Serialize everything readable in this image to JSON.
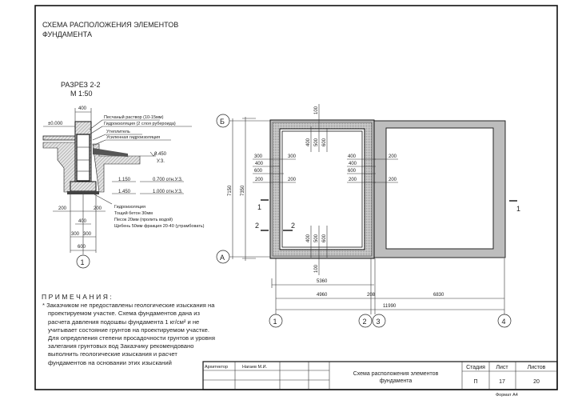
{
  "title": {
    "line1": "СХЕМА РАСПОЛОЖЕНИЯ ЭЛЕМЕНТОВ",
    "line2": "ФУНДАМЕНТА"
  },
  "section": {
    "title": "РАЗРЕЗ 2-2",
    "scale": "М 1:50",
    "dims": {
      "top": "400",
      "left200": "200",
      "right200": "200",
      "mid400": "400",
      "a300": "300",
      "b300": "300",
      "base600": "600"
    },
    "level_zero": "±0.000",
    "levels": [
      "0.450",
      "У.З.",
      "1.150",
      "0.700 отн.У.З.",
      "1.450",
      "1.000 отн.У.З."
    ],
    "labels_top": [
      "Песчаный раствор (10-15мм)",
      "Гидроизоляция (2 слоя рубероида)",
      "Утеплитель",
      "Усиленная гидроизоляция"
    ],
    "labels_bottom": [
      "Гидроизоляция",
      "Тощий бетон 30мм",
      "Песок 20мм (пролить водой)",
      "Щебень 50мм фракция 20-40 (утрамбовать)"
    ],
    "axis": "1"
  },
  "plan": {
    "axes": {
      "a1": "1",
      "a2": "2",
      "a3": "3",
      "a4": "4",
      "b": "Б",
      "a": "А"
    },
    "dims": {
      "v7150": "7150",
      "v7350": "7350",
      "top100": "100",
      "top400": "400",
      "top500": "500",
      "top600": "600",
      "bot400": "400",
      "bot500": "500",
      "bot600": "600",
      "bot100": "100",
      "l300a": "300",
      "l400": "400",
      "l600": "600",
      "l200a": "200",
      "l300b": "300",
      "l200b": "200",
      "r400a": "400",
      "r400b": "400",
      "r600": "600",
      "r200a": "200",
      "r200b": "200",
      "r200c": "200",
      "h5360": "5360",
      "h4960": "4960",
      "h208": "208",
      "h6830": "6830",
      "h11990": "11990"
    },
    "cuts": {
      "c1a": "1",
      "c2a": "2",
      "c2b": "2",
      "c1b": "1"
    }
  },
  "notes": {
    "heading": "ПРИМЕЧАНИЯ:",
    "text": "* Заказчиком не предоставлены геологические изыскания на проектируемом участке. Схема фундаментов дана из расчета давления подошвы фундамента 1 кг/см² и не учитывает состояние грунтов на проектируемом участке. Для определения степени просадочности грунтов и уровня залегания грунтовых вод Заказчику рекомендовано выполнить геологические изыскания и расчет фундаментов на основании этих изысканий"
  },
  "title_block": {
    "role": "Архитектор",
    "name": "Нагаев М.И.",
    "sheet_title_1": "Схема расположения элементов",
    "sheet_title_2": "фундамента",
    "stage_label": "Стадия",
    "sheet_label": "Лист",
    "sheets_label": "Листов",
    "stage": "П",
    "sheet": "17",
    "sheets": "20",
    "format": "Формат А4"
  },
  "colors": {
    "wall_fill": "#bdbdbd",
    "line": "#222222"
  }
}
